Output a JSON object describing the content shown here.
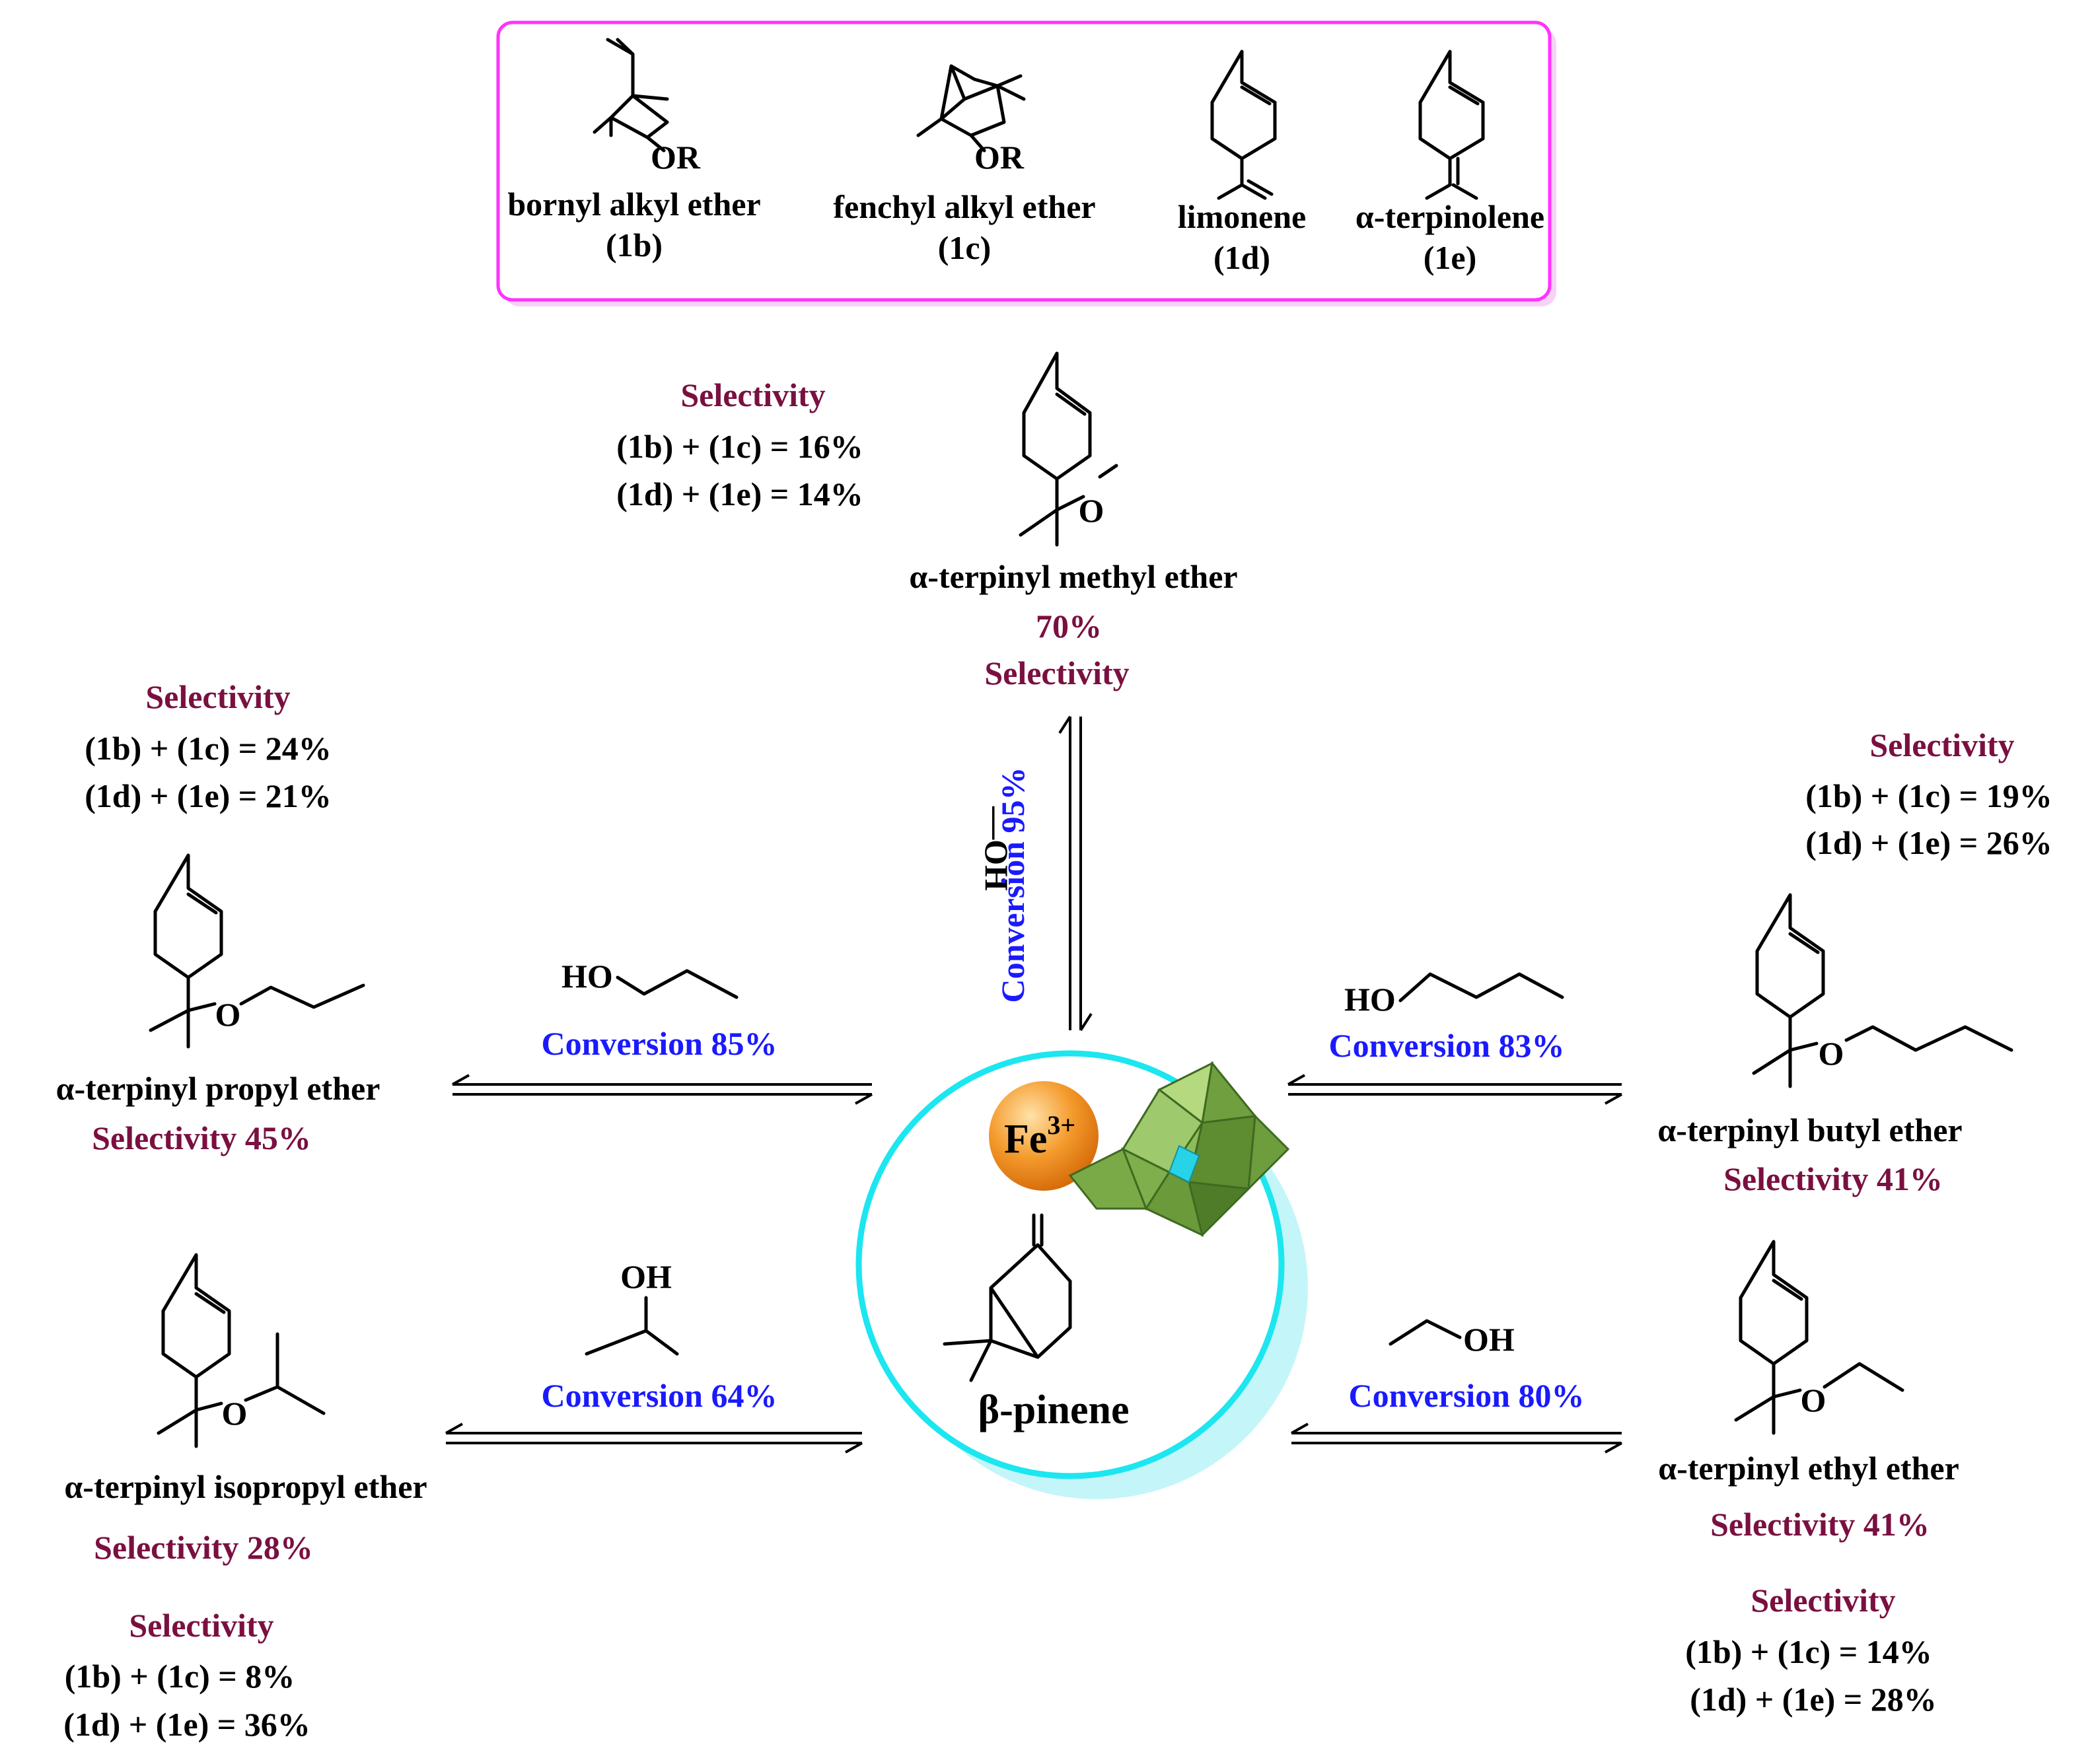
{
  "colors": {
    "text": "#000000",
    "selectivity": "#7a1040",
    "conversion": "#1a1aff",
    "box_border": "#ff33ff",
    "ring": "#1ce6f0",
    "ring_shadow": "#b8f4f8",
    "fe_ball": "#f08c1e",
    "polyoxometalate": "#6fa63a"
  },
  "legend_box": {
    "bornyl": {
      "group": "OR",
      "name": "bornyl alkyl ether",
      "code": "(1b)"
    },
    "fenchyl": {
      "group": "OR",
      "name": "fenchyl alkyl ether",
      "code": "(1c)"
    },
    "limonene": {
      "name": "limonene",
      "code": "(1d)"
    },
    "terpinolene": {
      "name": "α-terpinolene",
      "code": "(1e)"
    }
  },
  "center": {
    "ion": "Fe",
    "charge": "3+",
    "substrate": "β-pinene"
  },
  "methyl": {
    "side_heading": "Selectivity",
    "side_line1": "(1b) + (1c) = 16%",
    "side_line2": "(1d) + (1e) = 14%",
    "atom_o": "O",
    "product": "α-terpinyl methyl ether",
    "pct": "70%",
    "pct_label": "Selectivity",
    "alcohol": "—OH",
    "conversion": "Conversion 95%"
  },
  "propyl": {
    "side_heading": "Selectivity",
    "side_line1": "(1b) + (1c) = 24%",
    "side_line2": "(1d) + (1e) = 21%",
    "atom_o": "O",
    "product": "α-terpinyl propyl ether",
    "selectivity": "Selectivity 45%",
    "alcohol_label": "HO",
    "conversion": "Conversion 85%"
  },
  "butyl": {
    "side_heading": "Selectivity",
    "side_line1": "(1b) + (1c) = 19%",
    "side_line2": "(1d) + (1e) = 26%",
    "atom_o": "O",
    "product": "α-terpinyl butyl ether",
    "selectivity": "Selectivity 41%",
    "alcohol_label": "HO",
    "conversion": "Conversion 83%"
  },
  "isopropyl": {
    "side_heading": "Selectivity",
    "side_line1": "(1b) + (1c) = 8%",
    "side_line2": "(1d) + (1e) = 36%",
    "atom_o": "O",
    "product": "α-terpinyl isopropyl ether",
    "selectivity": "Selectivity 28%",
    "alcohol_label": "OH",
    "conversion": "Conversion 64%"
  },
  "ethyl": {
    "side_heading": "Selectivity",
    "side_line1": "(1b) + (1c) = 14%",
    "side_line2": "(1d) + (1e) = 28%",
    "atom_o": "O",
    "product": "α-terpinyl ethyl ether",
    "selectivity": "Selectivity 41%",
    "alcohol_label": "OH",
    "conversion": "Conversion 80%"
  }
}
